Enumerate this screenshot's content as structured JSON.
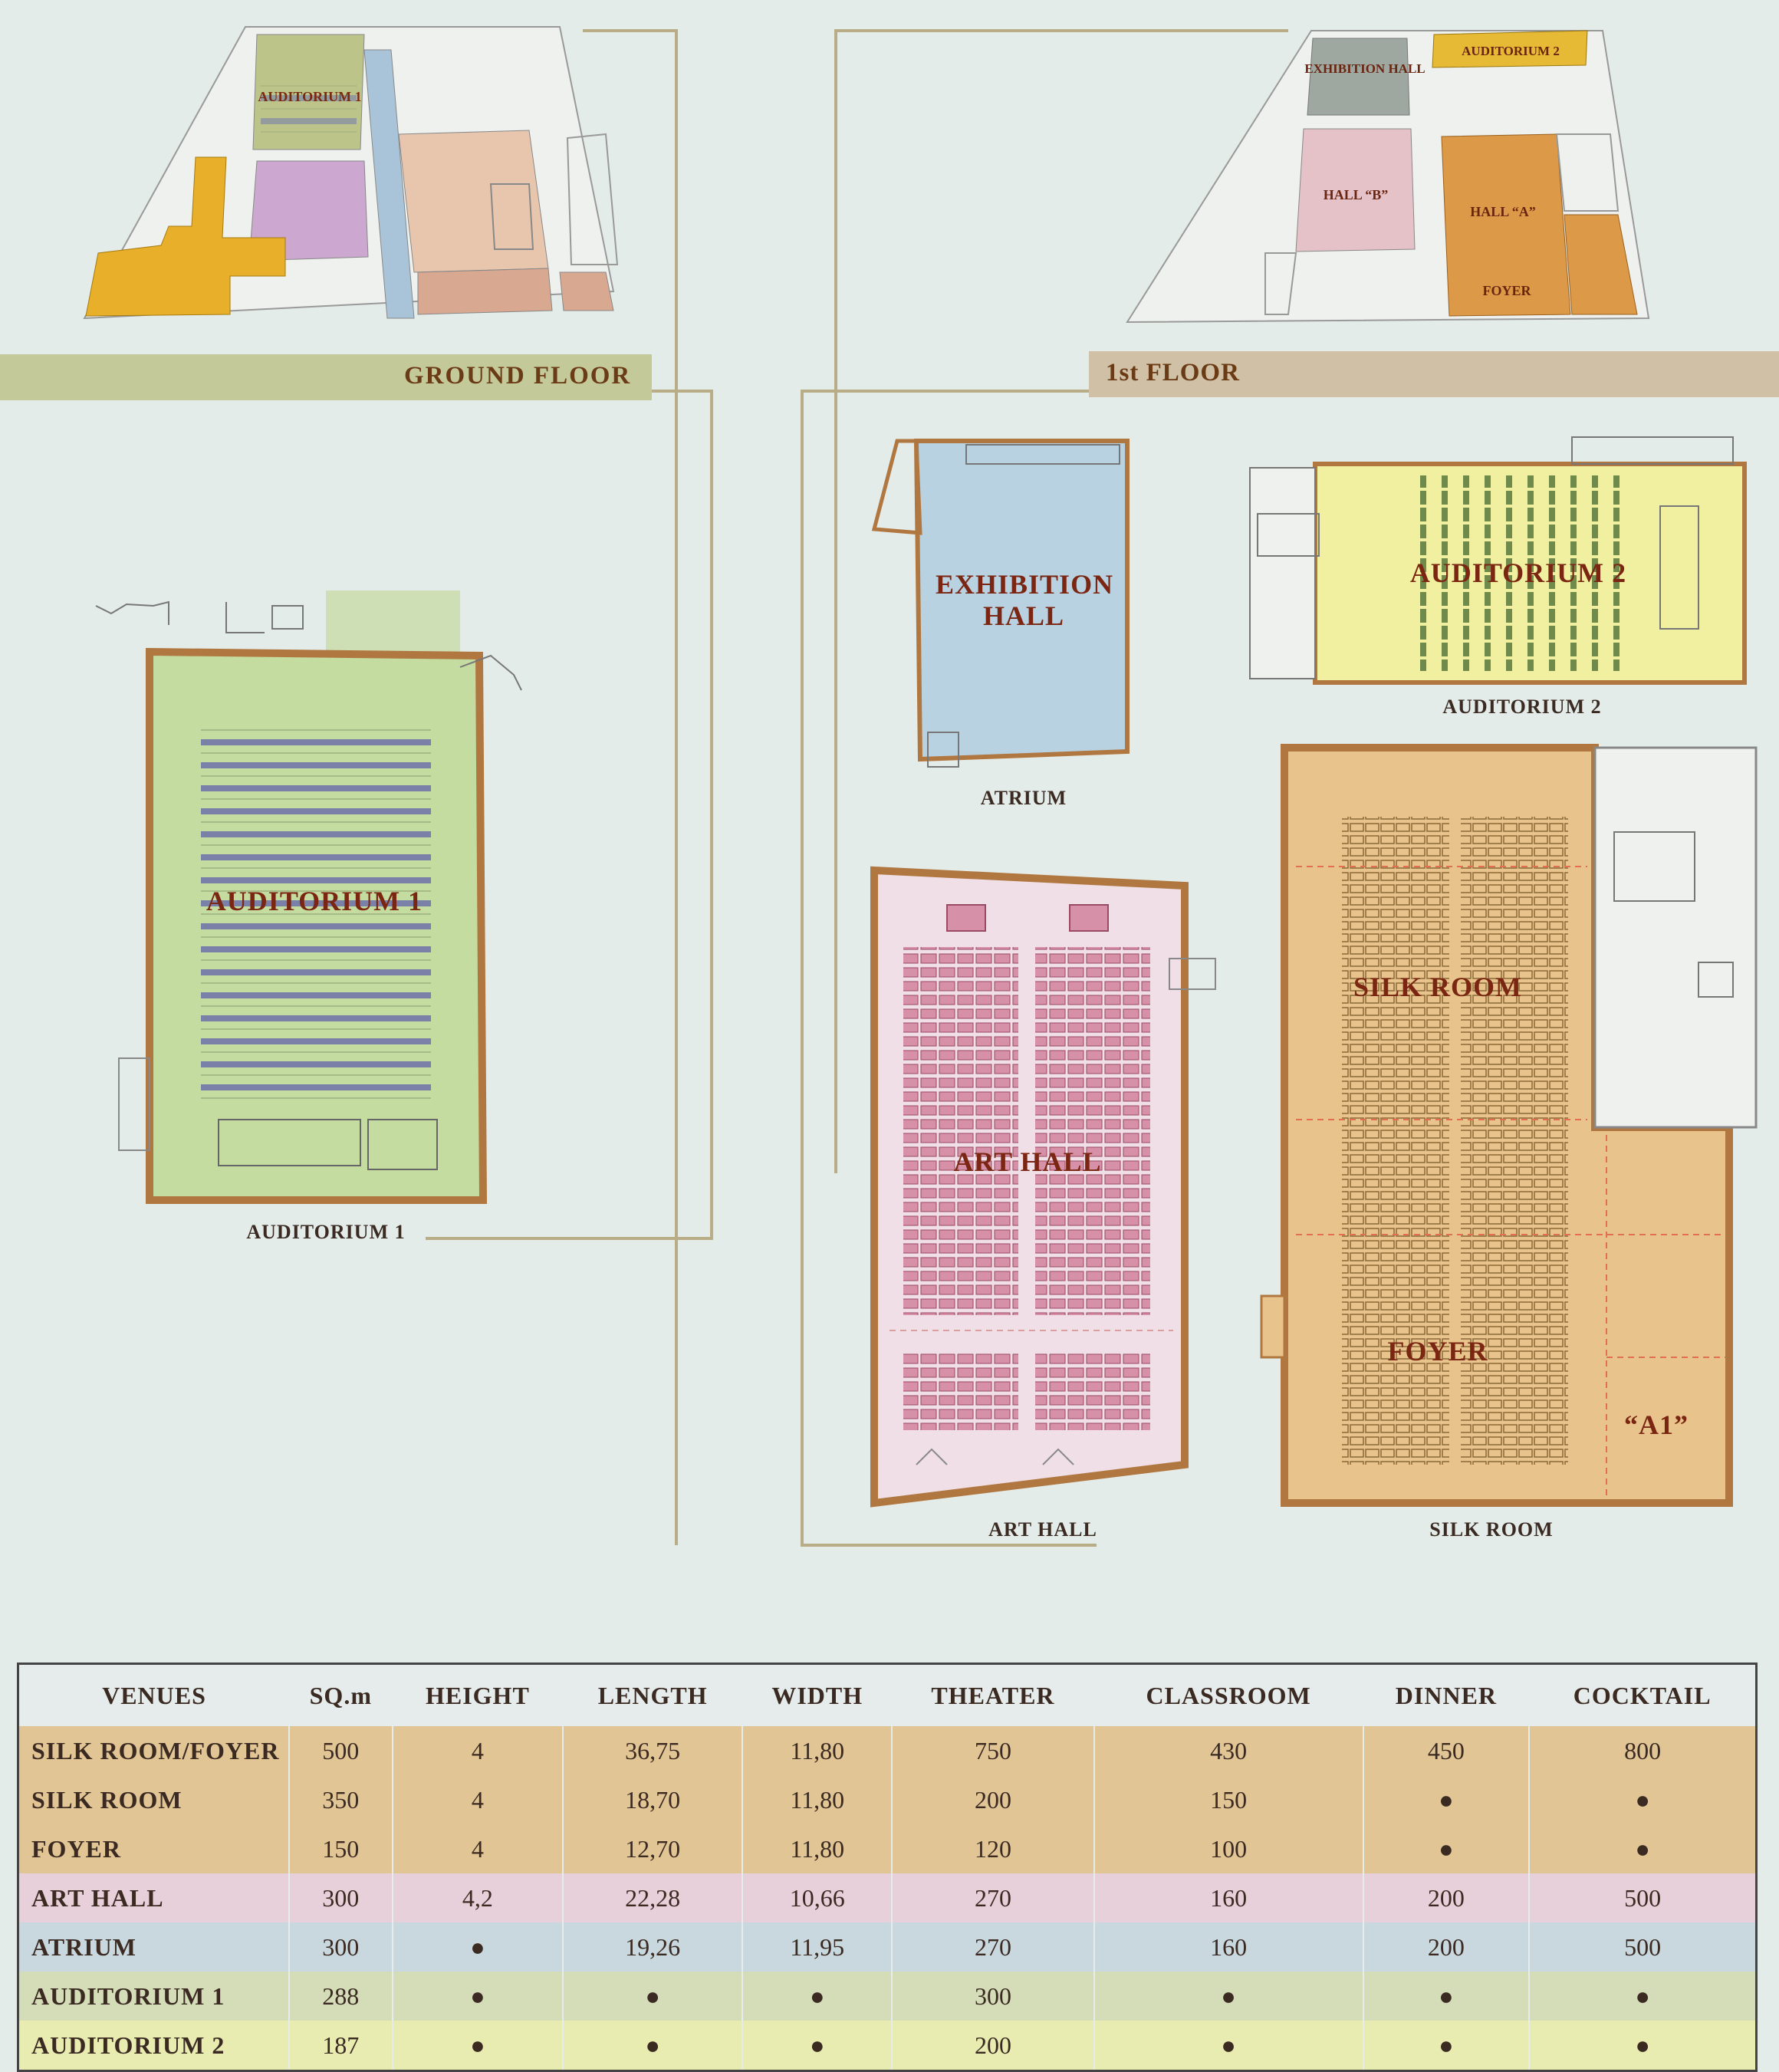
{
  "floors": {
    "ground": "GROUND FLOOR",
    "first": "1st FLOOR"
  },
  "mini_labels": {
    "auditorium1": "AUDITORIUM 1",
    "exhibition_hall": "EXHIBITION HALL",
    "auditorium2": "AUDITORIUM 2",
    "hall_b": "HALL “B”",
    "hall_a": "HALL “A”",
    "foyer": "FOYER"
  },
  "rooms": {
    "auditorium1": "AUDITORIUM 1",
    "exhibition_hall": "EXHIBITION HALL",
    "auditorium2": "AUDITORIUM 2",
    "art_hall": "ART HALL",
    "silk_room": "SILK ROOM",
    "foyer": "FOYER",
    "a1": "“A1”"
  },
  "captions": {
    "auditorium1": "AUDITORIUM 1",
    "atrium": "ATRIUM",
    "auditorium2": "AUDITORIUM 2",
    "art_hall": "ART HALL",
    "silk_room": "SILK ROOM"
  },
  "colors": {
    "silk": "#e2c594",
    "art": "#e8d0da",
    "atrium": "#c8d8de",
    "auditorium1": "#d4dcb8",
    "auditorium2": "#e8ecb0",
    "band_ground": "#c4c99a",
    "band_first": "#cfc0a6"
  },
  "table": {
    "headers": [
      "VENUES",
      "SQ.m",
      "HEIGHT",
      "LENGTH",
      "WIDTH",
      "THEATER",
      "CLASSROOM",
      "DINNER",
      "COCKTAIL"
    ],
    "rows": [
      {
        "cells": [
          "SILK ROOM/FOYER",
          "500",
          "4",
          "36,75",
          "11,80",
          "750",
          "430",
          "450",
          "800"
        ]
      },
      {
        "cells": [
          "SILK ROOM",
          "350",
          "4",
          "18,70",
          "11,80",
          "200",
          "150",
          "●",
          "●"
        ]
      },
      {
        "cells": [
          "FOYER",
          "150",
          "4",
          "12,70",
          "11,80",
          "120",
          "100",
          "●",
          "●"
        ]
      },
      {
        "cells": [
          "ART HALL",
          "300",
          "4,2",
          "22,28",
          "10,66",
          "270",
          "160",
          "200",
          "500"
        ]
      },
      {
        "cells": [
          "ATRIUM",
          "300",
          "●",
          "19,26",
          "11,95",
          "270",
          "160",
          "200",
          "500"
        ]
      },
      {
        "cells": [
          "AUDITORIUM 1",
          "288",
          "●",
          "●",
          "●",
          "300",
          "●",
          "●",
          "●"
        ]
      },
      {
        "cells": [
          "AUDITORIUM 2",
          "187",
          "●",
          "●",
          "●",
          "200",
          "●",
          "●",
          "●"
        ]
      }
    ]
  }
}
